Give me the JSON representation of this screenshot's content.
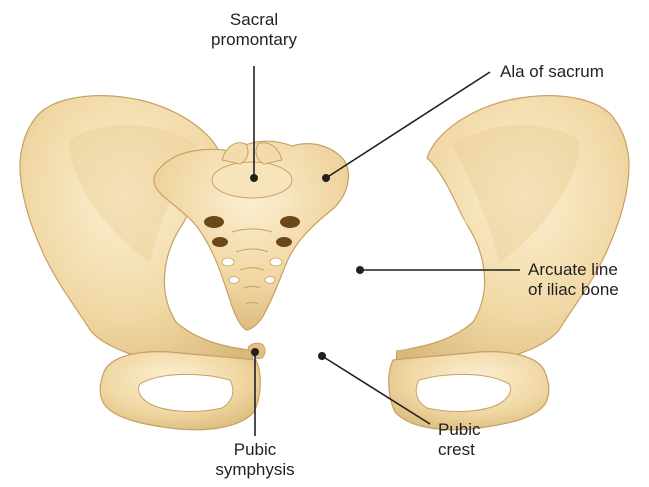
{
  "labels": {
    "sacral_promontory": "Sacral\npromontary",
    "ala_of_sacrum": "Ala of sacrum",
    "arcuate_line": "Arcuate line\nof iliac bone",
    "pubic_crest": "Pubic\ncrest",
    "pubic_symphysis": "Pubic\nsymphysis"
  },
  "colors": {
    "bone_fill": "#f1d9a6",
    "bone_shade": "#d9b878",
    "bone_outline": "#c9a064",
    "foramen": "#6a4818",
    "leader_line": "#231f20",
    "dot": "#231f20",
    "text": "#231f20"
  }
}
